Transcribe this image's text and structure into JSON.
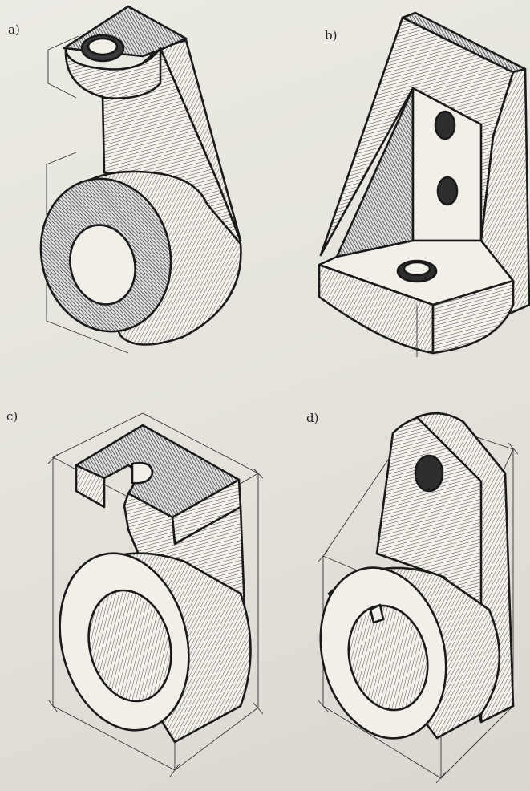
{
  "figures": [
    {
      "label": "a)"
    },
    {
      "label": "b)"
    },
    {
      "label": "c)"
    },
    {
      "label": "d)"
    }
  ]
}
